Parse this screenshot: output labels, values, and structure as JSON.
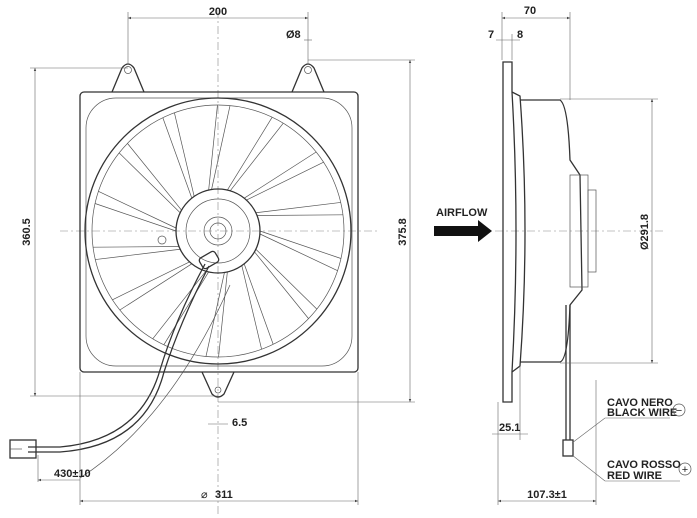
{
  "front_view": {
    "dims": {
      "tab_spacing": "200",
      "hole_diameter": "Ø8",
      "frame_height": "360.5",
      "overall_height": "375.8",
      "bottom_tab": "6.5",
      "cable_length": "430±10",
      "cable_length_main": "430",
      "cable_length_tol": "±10",
      "frame_width_prefix": "⌀",
      "frame_width": "311"
    }
  },
  "airflow_label": "AIRFLOW",
  "side_view": {
    "dims": {
      "depth_total": "70",
      "plate": "7",
      "offset": "8",
      "fan_diameter": "Ø291.8",
      "flange_depth": "25.1",
      "overall_depth": "107.3±1"
    },
    "wires": {
      "black_it": "CAVO NERO",
      "black_en": "BLACK WIRE",
      "black_symbol": "−",
      "red_it": "CAVO ROSSO",
      "red_en": "RED WIRE",
      "red_symbol": "+"
    }
  }
}
